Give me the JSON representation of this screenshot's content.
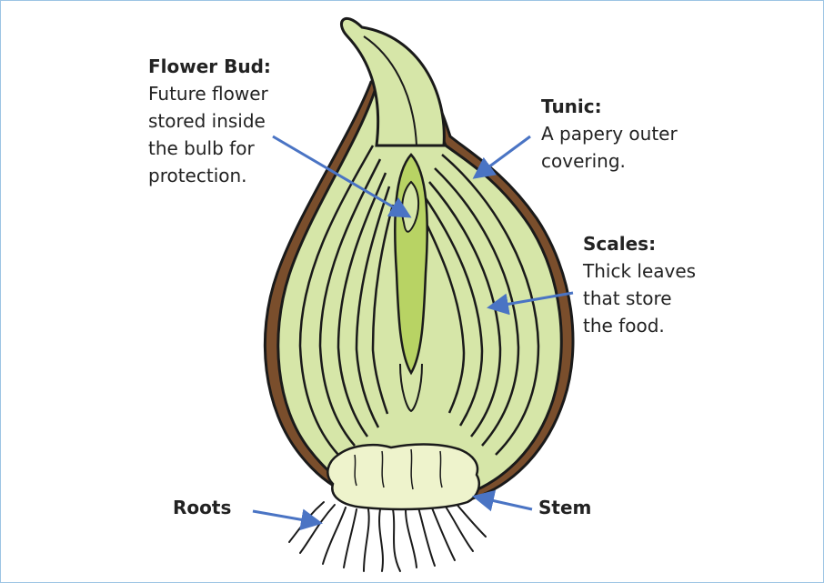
{
  "labels": {
    "flower_bud": {
      "title": "Flower Bud:",
      "description": "Future flower\nstored inside\nthe bulb for\nprotection."
    },
    "tunic": {
      "title": "Tunic:",
      "description": "A papery outer\ncovering."
    },
    "scales": {
      "title": "Scales:",
      "description": "Thick leaves\nthat store\nthe food."
    },
    "roots": "Roots",
    "stem": "Stem"
  },
  "colors": {
    "frame_border": "#9cc4e4",
    "bulb_fill": "#d6e6a8",
    "bulb_outline": "#1a1a1a",
    "tunic_brown": "#7a4e2c",
    "bud_fill": "#b8d364",
    "stem_fill": "#eef3cc",
    "arrow_blue": "#4a74c4",
    "root_fill": "#e8e8e8"
  }
}
